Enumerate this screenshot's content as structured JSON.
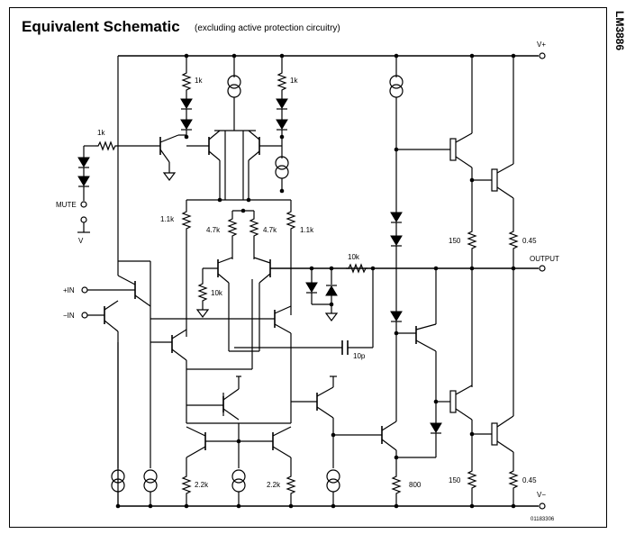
{
  "header": {
    "title": "Equivalent Schematic",
    "subtitle": "(excluding active protection circuitry)",
    "side_label": "LM3886"
  },
  "pins": {
    "vplus": "V+",
    "vminus": "V−",
    "output": "OUTPUT",
    "in_plus": "+IN",
    "in_minus": "−IN",
    "mute": "MUTE",
    "v_minus_small": "V"
  },
  "resistors": {
    "r_mute": "1k",
    "r_top_left": "1k",
    "r_top_right": "1k",
    "r_left_1k1": "1.1k",
    "r_right_1k1": "1.1k",
    "r_47k_left": "4.7k",
    "r_47k_right": "4.7k",
    "r_10k_ground": "10k",
    "r_10k_feedback": "10k",
    "r_150_top": "150",
    "r_045_top": "0.45",
    "r_150_bottom": "150",
    "r_045_bottom": "0.45",
    "r_22k_left": "2.2k",
    "r_22k_right": "2.2k",
    "r_800": "800"
  },
  "capacitors": {
    "c_comp": "10p"
  },
  "footer": {
    "doc_code": "01183306"
  }
}
